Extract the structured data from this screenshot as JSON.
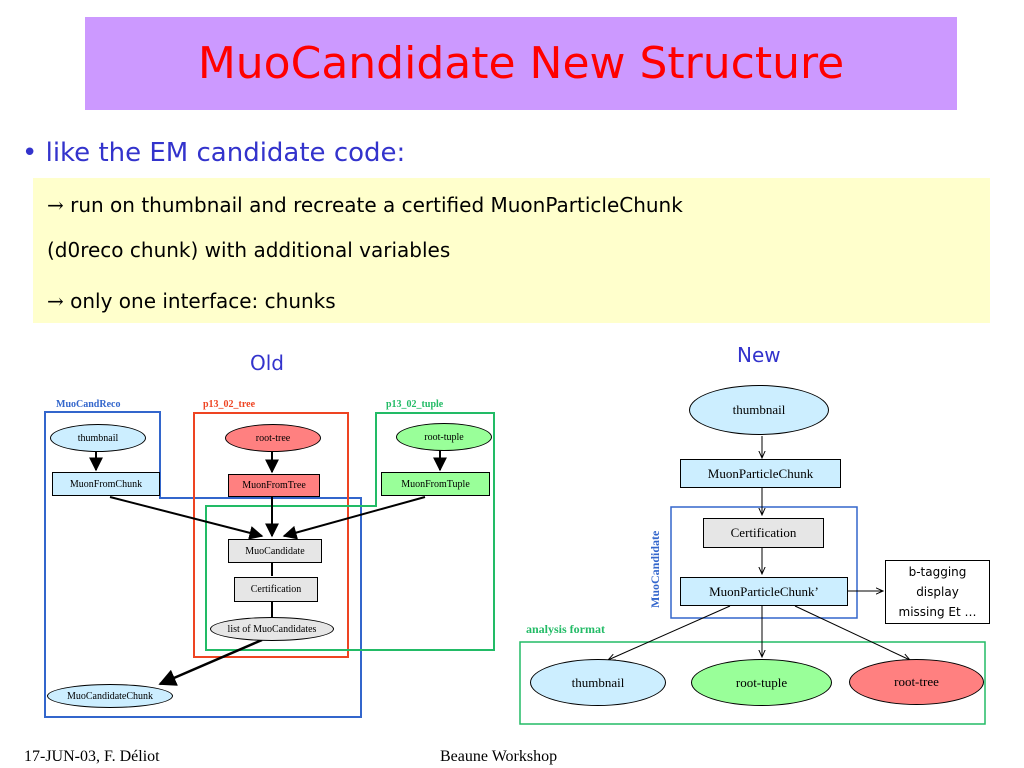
{
  "slide": {
    "title": "MuoCandidate New Structure",
    "bullet": "• like the EM candidate code:",
    "callout": {
      "arrow": "→",
      "line1": " run on thumbnail and recreate a certified MuonParticleChunk",
      "line2": "(d0reco chunk) with additional variables",
      "line3": " only one interface: chunks"
    },
    "old_label": "Old",
    "new_label": "New"
  },
  "old_diagram": {
    "groups": {
      "muocandreco": "MuoCandReco",
      "tree": "p13_02_tree",
      "tuple": "p13_02_tuple"
    },
    "nodes": {
      "thumbnail": "thumbnail",
      "root_tree": "root-tree",
      "root_tuple": "root-tuple",
      "muon_from_chunk": "MuonFromChunk",
      "muon_from_tree": "MuonFromTree",
      "muon_from_tuple": "MuonFromTuple",
      "muocandidate": "MuoCandidate",
      "certification": "Certification",
      "list": "list of MuoCandidates",
      "muocandidatechunk": "MuoCandidateChunk"
    },
    "colors": {
      "blue": "#3366cc",
      "red": "#ee4422",
      "green": "#22bb66",
      "node_red": "#ff8080",
      "node_green": "#99ff99",
      "node_blue": "#cceeff",
      "node_gray": "#e6e6e6"
    }
  },
  "new_diagram": {
    "nodes": {
      "thumbnail": "thumbnail",
      "mpc": "MuonParticleChunk",
      "certification": "Certification",
      "mpc_prime": "MuonParticleChunk’",
      "out_thumbnail": "thumbnail",
      "out_root_tuple": "root-tuple",
      "out_root_tree": "root-tree"
    },
    "muocandidate_label": "MuoCandidate",
    "analysis_label": "analysis format",
    "side_box": [
      "b-tagging",
      "display",
      "missing Et …"
    ]
  },
  "footer": {
    "left": "17-JUN-03, F. Déliot",
    "center": "Beaune Workshop"
  }
}
